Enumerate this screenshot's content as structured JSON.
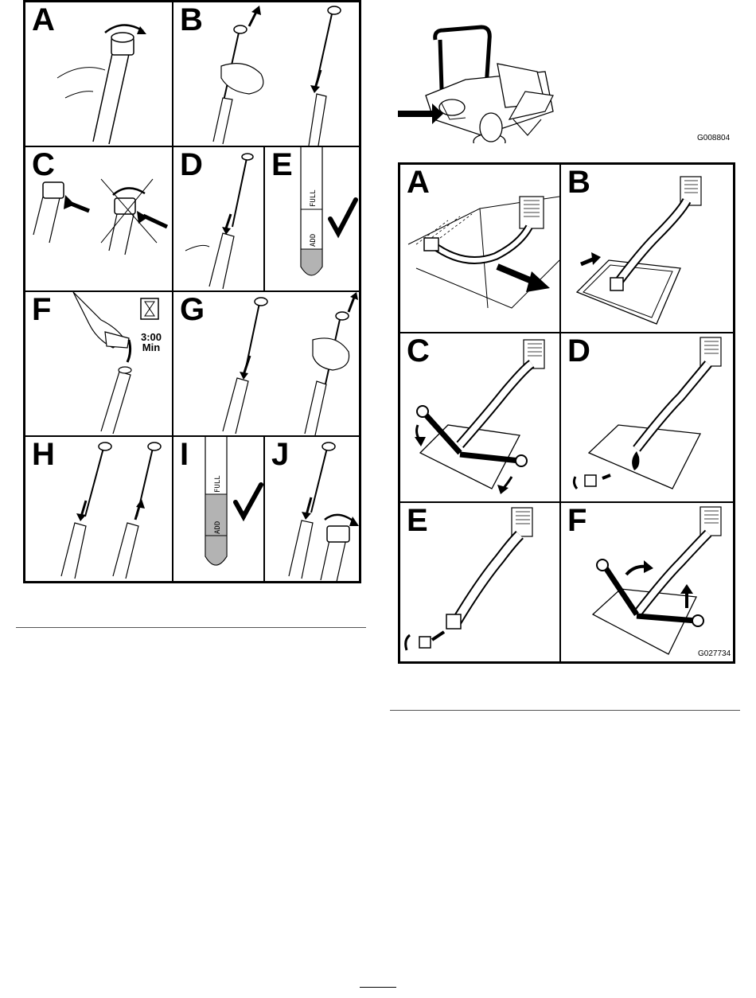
{
  "left_figure": {
    "panels": [
      {
        "letter": "A",
        "name": "panel-a"
      },
      {
        "letter": "B",
        "name": "panel-b"
      },
      {
        "letter": "C",
        "name": "panel-c"
      },
      {
        "letter": "D",
        "name": "panel-d"
      },
      {
        "letter": "E",
        "name": "panel-e"
      },
      {
        "letter": "F",
        "name": "panel-f"
      },
      {
        "letter": "G",
        "name": "panel-g"
      },
      {
        "letter": "H",
        "name": "panel-h"
      },
      {
        "letter": "I",
        "name": "panel-i"
      },
      {
        "letter": "J",
        "name": "panel-j"
      }
    ],
    "timer_time": "3:00",
    "timer_unit": "Min",
    "gauge_add": "ADD",
    "gauge_full": "FULL"
  },
  "machine_figure": {
    "ref": "G008804"
  },
  "right_figure": {
    "panels": [
      {
        "letter": "A"
      },
      {
        "letter": "B"
      },
      {
        "letter": "C"
      },
      {
        "letter": "D"
      },
      {
        "letter": "E"
      },
      {
        "letter": "F"
      }
    ],
    "ref": "G027734"
  }
}
